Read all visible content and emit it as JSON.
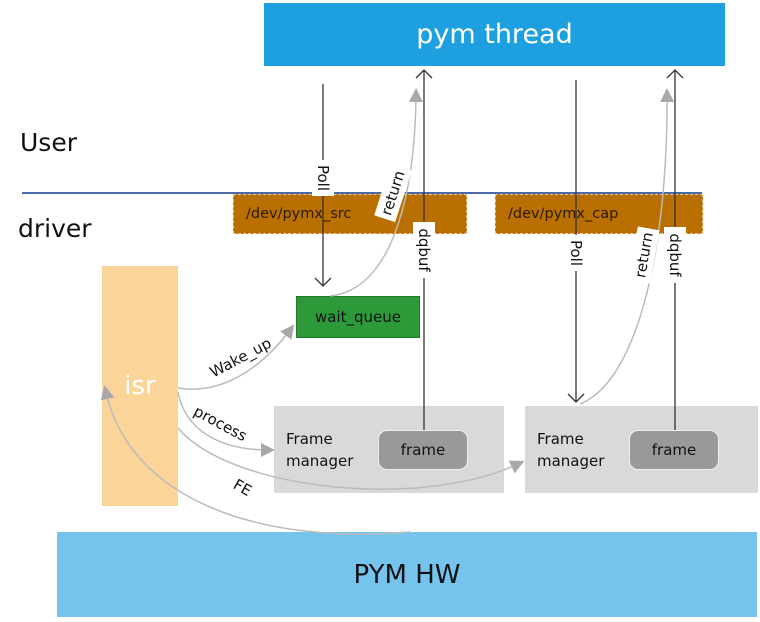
{
  "blocks": {
    "pym_thread": "pym thread",
    "pym_hw": "PYM HW",
    "isr": "isr",
    "dev_src": "/dev/pymx_src",
    "dev_cap": "/dev/pymx_cap",
    "wait_queue": "wait_queue"
  },
  "zones": {
    "user": "User",
    "driver": "driver"
  },
  "frame_managers": [
    {
      "label_line1": "Frame",
      "label_line2": "manager",
      "frame": "frame"
    },
    {
      "label_line1": "Frame",
      "label_line2": "manager",
      "frame": "frame"
    }
  ],
  "arrows": {
    "poll_src": "Poll",
    "return_src": "return",
    "dqbuf_src": "dqbuf",
    "poll_cap": "Poll",
    "return_cap": "return",
    "dqbuf_cap": "dqbuf",
    "wake_up": "Wake_up",
    "process": "process",
    "fe": "FE"
  },
  "colors": {
    "pym_thread": "#1ea0e0",
    "pym_hw": "#74c4ee",
    "isr": "#fbd49a",
    "dev_node": "#b97000",
    "wait_queue": "#2d9a3a",
    "frame_manager": "#d9d9d9",
    "frame": "#999999",
    "divider": "#4a6aa8"
  }
}
